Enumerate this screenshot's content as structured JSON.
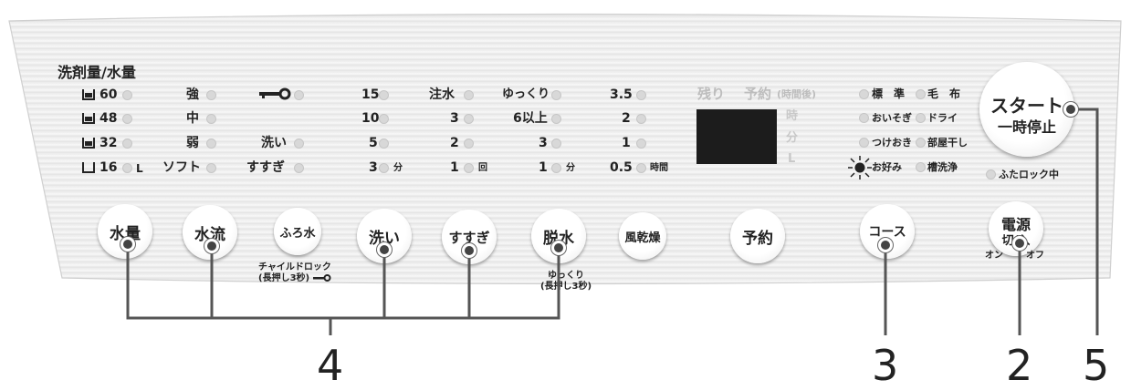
{
  "water_level": {
    "title": "洗剤量/水量",
    "levels": [
      "60",
      "48",
      "32",
      "16"
    ],
    "unit": "L"
  },
  "flow": {
    "levels": [
      "強",
      "中",
      "弱",
      "ソフト"
    ]
  },
  "lock_icon": "key-icon",
  "wash_rinse": {
    "wash": "洗い",
    "rinse": "すすぎ"
  },
  "wash_time": {
    "values": [
      "15",
      "10",
      "5",
      "3"
    ],
    "unit": "分"
  },
  "rinse_count": {
    "values": [
      "注水",
      "3",
      "2",
      "1"
    ],
    "unit": "回"
  },
  "spin": {
    "values": [
      "ゆっくり",
      "6以上",
      "3",
      "1"
    ],
    "unit": "分"
  },
  "dry": {
    "values": [
      "3.5",
      "2",
      "1",
      "0.5"
    ],
    "unit": "時間"
  },
  "display": {
    "remain": "残り",
    "reserve": "予約",
    "reserve_note": "(時間後)",
    "units": [
      "時",
      "分",
      "L"
    ]
  },
  "courses": {
    "left": [
      "標　準",
      "おいそぎ",
      "つけおき",
      "お好み"
    ],
    "right": [
      "毛　布",
      "ドライ",
      "部屋干し",
      "槽洗浄"
    ]
  },
  "start_button": {
    "line1": "スタート",
    "line2": "一時停止"
  },
  "lid_lock": "ふたロック中",
  "buttons": {
    "water": "水量",
    "flow": "水流",
    "bath": "ふろ水",
    "wash": "洗い",
    "rinse": "すすぎ",
    "spin": "脱水",
    "airdry": "風乾燥",
    "reserve": "予約",
    "course": "コース"
  },
  "notes": {
    "child_lock_1": "チャイルドロック",
    "child_lock_2": "(長押し3秒)",
    "spin_slow_1": "ゆっくり",
    "spin_slow_2": "(長押し3秒)"
  },
  "power": {
    "line1": "電源",
    "line2": "切/入",
    "on": "オン",
    "off": "オフ"
  },
  "callouts": {
    "group_buttons": "4",
    "course": "3",
    "power": "2",
    "start": "5"
  },
  "colors": {
    "panel": "#e9e9e9",
    "led": "#d8d8d8",
    "display": "#1c1c1c",
    "leader": "#555555"
  }
}
